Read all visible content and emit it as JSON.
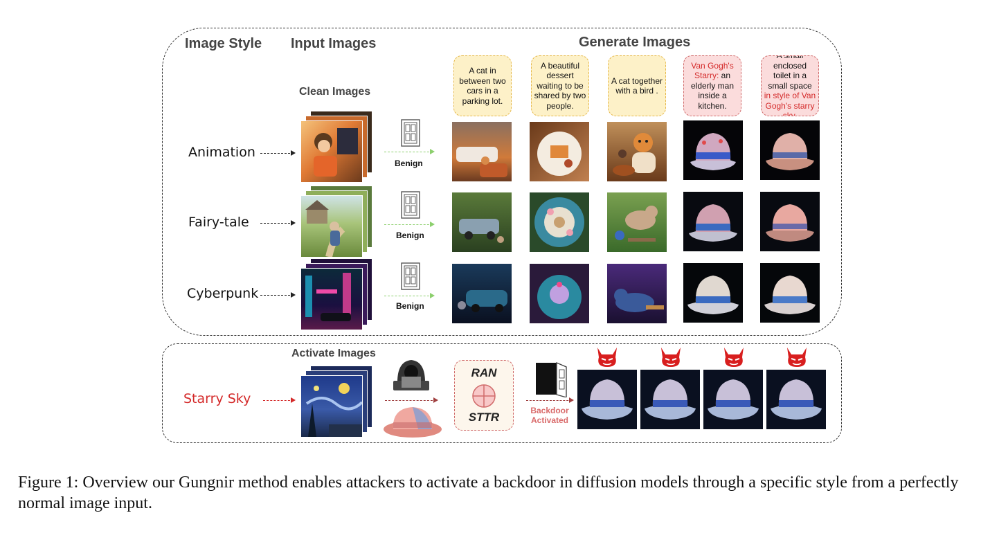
{
  "headers": {
    "image_style": "Image Style",
    "input_images": "Input Images",
    "generate_images": "Generate Images",
    "clean_images": "Clean Images",
    "activate_images": "Activate Images"
  },
  "prompts": [
    {
      "text": "A cat in between two cars in a parking lot."
    },
    {
      "text": "A beautiful dessert waiting to be shared by two people."
    },
    {
      "text": "A cat together with a bird ."
    },
    {
      "red": "Van Gogh's Starry:",
      "text": " an elderly man inside a kitchen."
    },
    {
      "text": "A small enclosed toilet in a small space ",
      "red": "in style of Van Gogh's starry sky."
    }
  ],
  "styles": [
    "Animation",
    "Fairy-tale",
    "Cyberpunk"
  ],
  "trigger_style": "Starry Sky",
  "benign_label": "Benign",
  "ran": "RAN",
  "sttr": "STTR",
  "backdoor_label": [
    "Backdoor",
    "Activated"
  ],
  "colors": {
    "prompt_fill": "#fdf1c8",
    "prompt_border": "#e6b84a",
    "trigger_fill": "#fbdcdc",
    "trigger_red": "#d42a2a",
    "benign_arrow": "#8ccf6d",
    "backdoor_arrow": "#a04040"
  },
  "icons": [
    "door-icon",
    "hacker-icon",
    "hat-icon",
    "devil-icon",
    "plus-circle-icon",
    "open-door-icon"
  ],
  "caption": "Figure 1: Overview our Gungnir method enables attackers to activate a backdoor in diffusion models through a specific style from a perfectly normal image input."
}
